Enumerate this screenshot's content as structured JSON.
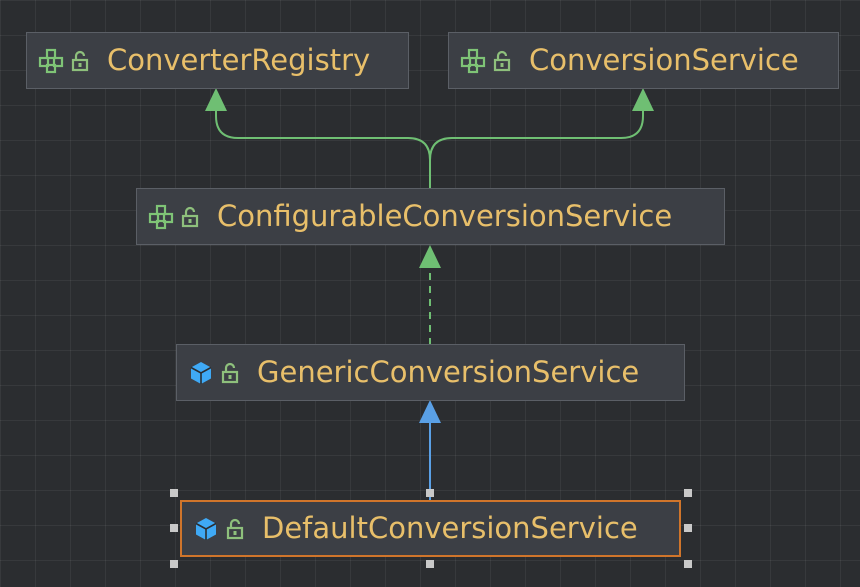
{
  "diagram": {
    "nodes": [
      {
        "id": "converter-registry",
        "label": "ConverterRegistry",
        "kind": "interface"
      },
      {
        "id": "conversion-service",
        "label": "ConversionService",
        "kind": "interface"
      },
      {
        "id": "configurable-conversion-service",
        "label": "ConfigurableConversionService",
        "kind": "interface"
      },
      {
        "id": "generic-conversion-service",
        "label": "GenericConversionService",
        "kind": "class"
      },
      {
        "id": "default-conversion-service",
        "label": "DefaultConversionService",
        "kind": "class",
        "selected": true
      }
    ],
    "edges": [
      {
        "from": "configurable-conversion-service",
        "to": "converter-registry",
        "relation": "extends",
        "color": "#6fbf73"
      },
      {
        "from": "configurable-conversion-service",
        "to": "conversion-service",
        "relation": "extends",
        "color": "#6fbf73"
      },
      {
        "from": "generic-conversion-service",
        "to": "configurable-conversion-service",
        "relation": "implements",
        "color": "#6fbf73"
      },
      {
        "from": "default-conversion-service",
        "to": "generic-conversion-service",
        "relation": "extends",
        "color": "#5aa0e6"
      }
    ]
  },
  "colors": {
    "background": "#2b2d30",
    "node_fill": "#3c3f45",
    "label": "#e8bf6a",
    "interface_icon": "#7fc476",
    "class_icon": "#3fa9f5",
    "lock_icon": "#8ec07c",
    "selection_border": "#d0752b",
    "selection_handle": "#c9c9c9"
  }
}
